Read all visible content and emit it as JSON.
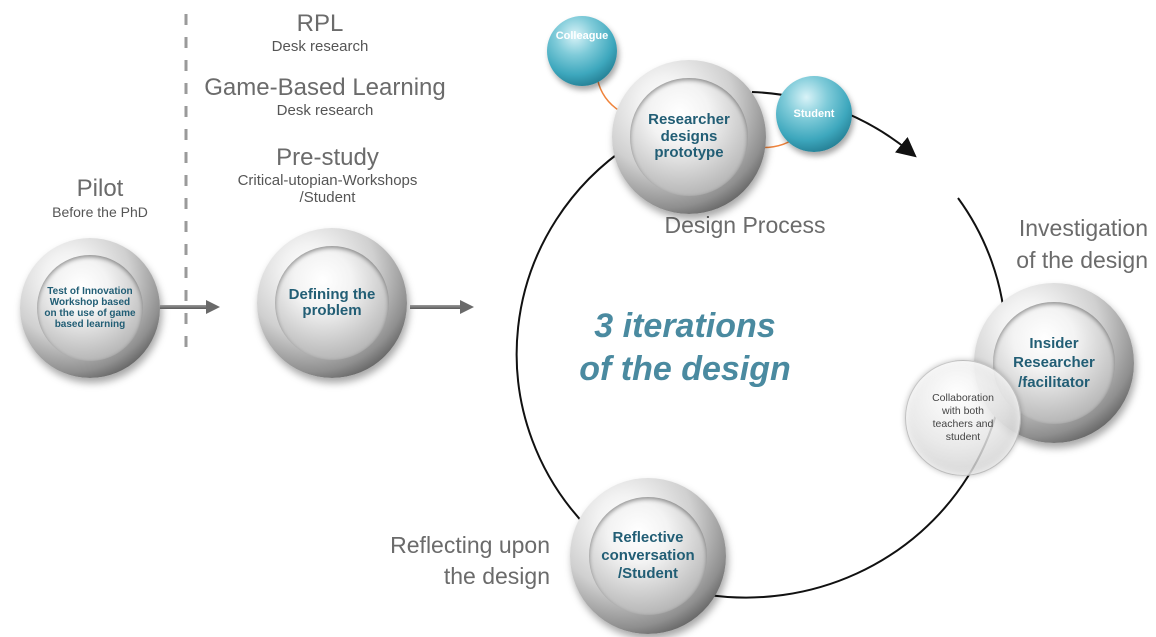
{
  "pilot": {
    "title": "Pilot",
    "subtitle": "Before the PhD",
    "node_label": "Test of Innovation Workshop based on the use of game based learning"
  },
  "stages": {
    "rpl_title": "RPL",
    "rpl_sub": "Desk research",
    "gbl_title": "Game-Based Learning",
    "gbl_sub": "Desk research",
    "prestudy_title": "Pre-study",
    "prestudy_sub1": "Critical-utopian-Workshops",
    "prestudy_sub2": "/Student",
    "defining_label": "Defining the problem"
  },
  "cycle": {
    "center_line1": "3 iterations",
    "center_line2": "of the design",
    "design_process": "Design Process",
    "researcher_label": "Researcher designs prototype",
    "colleague": "Colleague",
    "student": "Student",
    "investigation_line1": "Investigation",
    "investigation_line2": "of the design",
    "insider_label": "Insider Researcher /facilitator",
    "collaboration": "Collaboration with both teachers and student",
    "reflecting_line1": "Reflecting upon",
    "reflecting_line2": "the design",
    "reflective_label": "Reflective conversation /Student"
  },
  "colors": {
    "accent": "#4a8aa0",
    "label": "#225e75",
    "orange": "#f0843c",
    "grey_text": "#6b6b6b"
  }
}
